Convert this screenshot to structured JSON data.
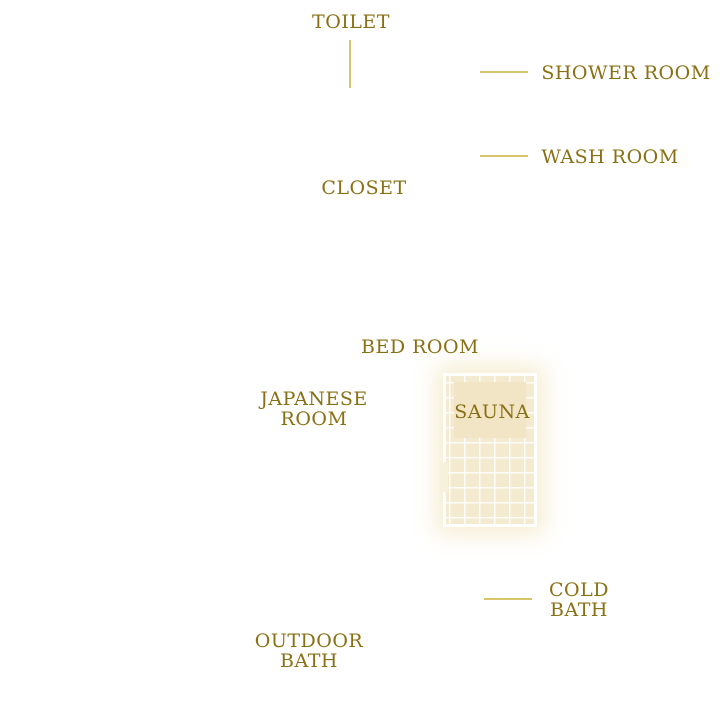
{
  "colors": {
    "label_text": "#8a7014",
    "leader_line": "#d8c56a",
    "sauna_fill": "#f4ead0",
    "background": "#ffffff"
  },
  "rooms": {
    "toilet": "TOILET",
    "shower_room": "SHOWER ROOM",
    "wash_room": "WASH ROOM",
    "closet": "CLOSET",
    "bed_room": "BED ROOM",
    "japanese_room": {
      "line1": "JAPANESE",
      "line2": "ROOM"
    },
    "sauna": "SAUNA",
    "cold_bath": {
      "line1": "COLD",
      "line2": "BATH"
    },
    "outdoor_bath": {
      "line1": "OUTDOOR",
      "line2": "BATH"
    }
  }
}
